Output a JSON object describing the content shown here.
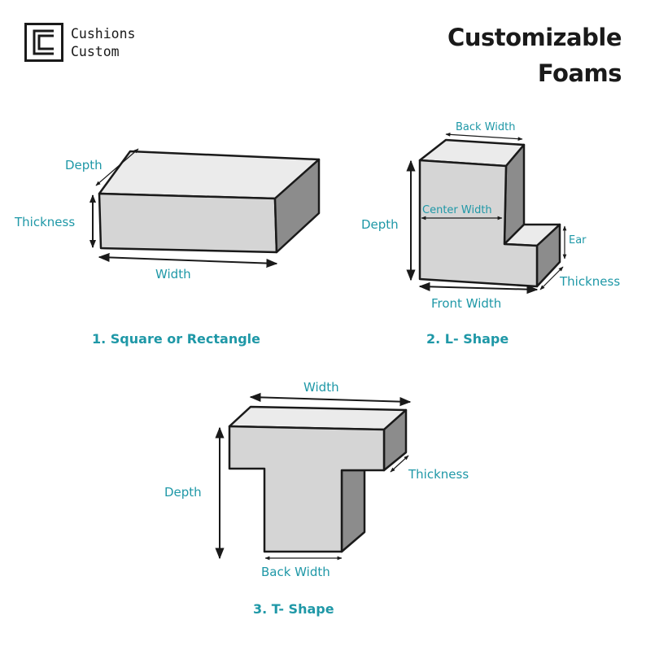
{
  "brand": {
    "line1": "Cushions",
    "line2": "Custom",
    "logo_icon": "bracket-c-logo-icon"
  },
  "title": {
    "line1": "Customizable",
    "line2": "Foams"
  },
  "colors": {
    "accent": "#1f98a7",
    "outline": "#1a1a1a",
    "top_face": "#ebebeb",
    "front_face": "#d5d5d5",
    "side_face": "#8c8c8c"
  },
  "shapes": [
    {
      "caption": "1. Square or Rectangle",
      "labels": {
        "depth": "Depth",
        "thickness": "Thickness",
        "width": "Width"
      }
    },
    {
      "caption": "2. L- Shape",
      "labels": {
        "back_width": "Back Width",
        "center_width": "Center Width",
        "depth": "Depth",
        "ear": "Ear",
        "thickness": "Thickness",
        "front_width": "Front Width"
      }
    },
    {
      "caption": "3.  T- Shape",
      "labels": {
        "width": "Width",
        "thickness": "Thickness",
        "depth": "Depth",
        "back_width": "Back Width"
      }
    }
  ]
}
